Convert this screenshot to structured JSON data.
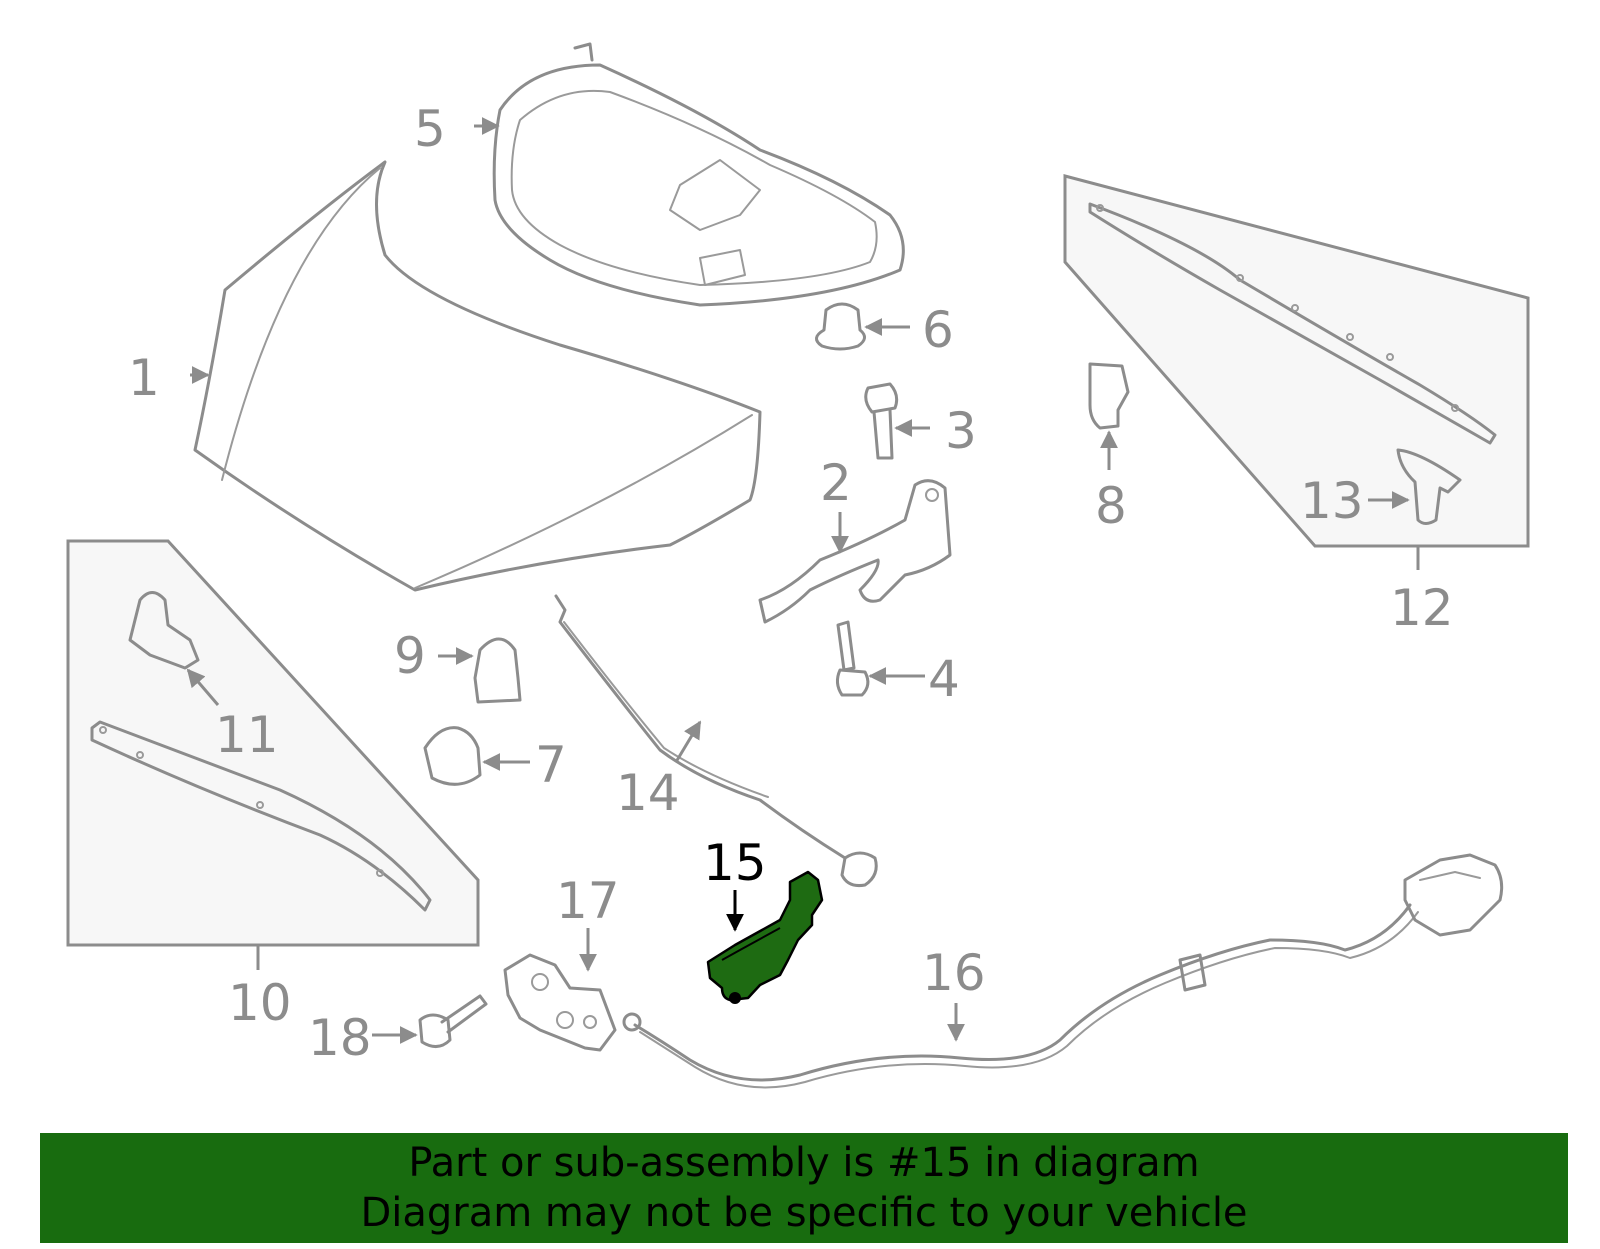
{
  "callouts": [
    "1",
    "2",
    "3",
    "4",
    "5",
    "6",
    "7",
    "8",
    "9",
    "10",
    "11",
    "12",
    "13",
    "14",
    "15",
    "16",
    "17",
    "18"
  ],
  "highlighted_part": "15",
  "colors": {
    "highlight": "#1e6b12",
    "banner": "#186c0f",
    "line": "#8c8c8c"
  },
  "banner": {
    "line1": "Part or sub-assembly is #15 in diagram",
    "line2": "Diagram may not be specific to your vehicle"
  }
}
